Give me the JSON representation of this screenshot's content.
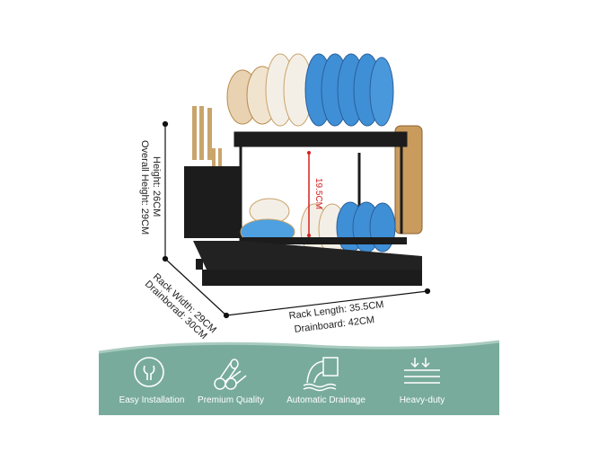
{
  "dimensions": {
    "height": "Height: 26CM",
    "overall_height": "Overall Height: 29CM",
    "rack_width": "Rack Width: 29CM",
    "drainboard_width": "Drainborad: 30CM",
    "rack_length": "Rack Length: 35.5CM",
    "drainboard_length": "Drainboard: 42CM",
    "tier_gap": "19.5CM"
  },
  "features": [
    {
      "label": "Easy Installation",
      "icon": "wrench-icon"
    },
    {
      "label": "Premium Quality",
      "icon": "pipes-icon"
    },
    {
      "label": "Automatic Drainage",
      "icon": "drain-icon"
    },
    {
      "label": "Heavy-duty",
      "icon": "weight-icon"
    }
  ],
  "colors": {
    "band": "#78ab9b",
    "rack": "#1c1c1c",
    "plate_blue": "#3f8fd6",
    "measure_red": "#d62020"
  }
}
